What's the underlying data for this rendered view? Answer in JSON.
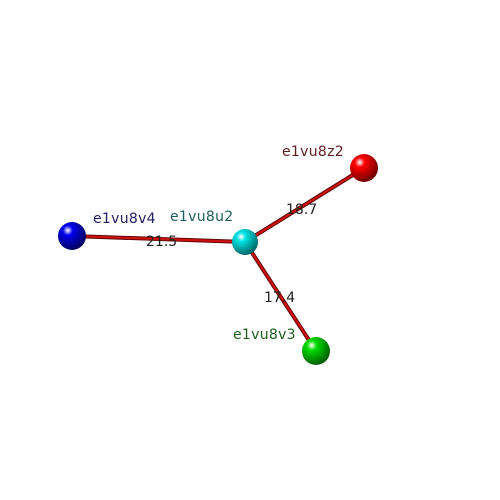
{
  "graph": {
    "nodes": [
      {
        "id": "e1vu8u2",
        "label": "e1vu8u2",
        "color": "#00e5e5",
        "label_color": "#1e5c5c"
      },
      {
        "id": "e1vu8z2",
        "label": "e1vu8z2",
        "color": "#ff0000",
        "label_color": "#5c1e1e"
      },
      {
        "id": "e1vu8v4",
        "label": "e1vu8v4",
        "color": "#0000ee",
        "label_color": "#1e1e5c"
      },
      {
        "id": "e1vu8v3",
        "label": "e1vu8v3",
        "color": "#00dd00",
        "label_color": "#1e5c1e"
      }
    ],
    "edges": [
      {
        "from": "e1vu8u2",
        "to": "e1vu8z2",
        "label": "18.7",
        "color": "#cc1111"
      },
      {
        "from": "e1vu8u2",
        "to": "e1vu8v4",
        "label": "21.5",
        "color": "#cc1111"
      },
      {
        "from": "e1vu8u2",
        "to": "e1vu8v3",
        "label": "17.4",
        "color": "#cc1111"
      }
    ]
  }
}
